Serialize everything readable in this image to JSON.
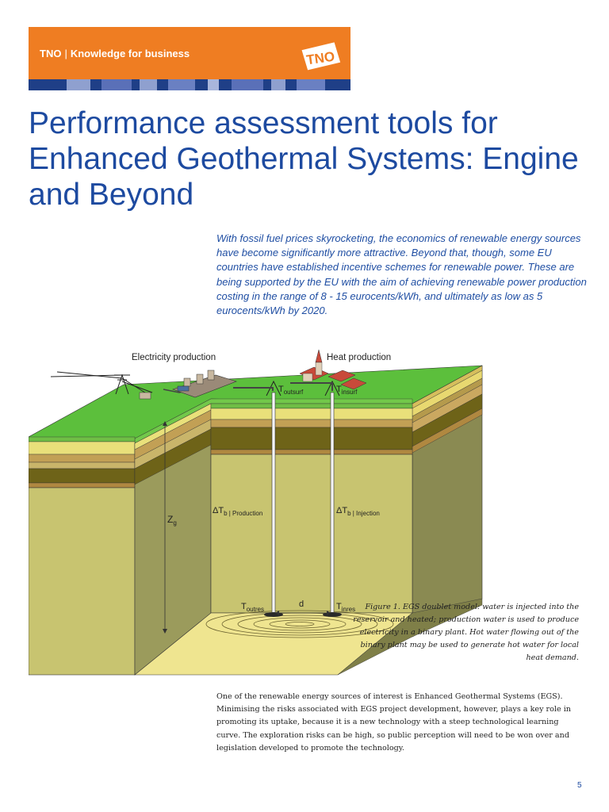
{
  "header": {
    "brand": "TNO",
    "separator": "|",
    "tagline": "Knowledge for business",
    "logo_text": "TNO",
    "brand_color": "#ef7d22",
    "stripe_color": "#1f3f87"
  },
  "title": "Performance assessment tools for Enhanced Geothermal Systems: Engine and Beyond",
  "intro": "With fossil fuel prices skyrocketing, the economics of renewable energy sources have become significantly more attractive. Beyond that, though, some EU countries have established incentive schemes for renewable power. These are being supported by the EU with the aim of achieving renewable power production costing in the range of 8 - 15 eurocents/kWh, and ultimately as low as 5 eurocents/kWh by 2020.",
  "figure": {
    "labels": {
      "electricity": "Electricity production",
      "heat": "Heat production",
      "t_out_surf": "T",
      "t_out_surf_sub": "outsurf",
      "t_in_surf": "T",
      "t_in_surf_sub": "insurf",
      "zg": "Z",
      "zg_sub": "g",
      "dt_prod": "ΔT",
      "dt_prod_sub": "b | Production",
      "dt_inj": "ΔT",
      "dt_inj_sub": "b | Injection",
      "t_out_res": "T",
      "t_out_res_sub": "outres",
      "t_in_res": "T",
      "t_in_res_sub": "inres",
      "d": "d"
    },
    "caption": "Figure 1. EGS doublet model: water is injected into the reservoir and heated; production water is used to produce electricity in a binary plant. Hot water flowing out of the binary plant may be used to generate hot water for local heat demand."
  },
  "body": "One of the renewable energy sources of interest is Enhanced Geothermal Systems (EGS). Minimising the risks associated with EGS project development, however, plays a key role in promoting its uptake, because it is a new technology with a steep technological learning curve. The exploration risks can be high, so public perception will need to be won over and legislation developed to promote the technology.",
  "page_number": "5"
}
